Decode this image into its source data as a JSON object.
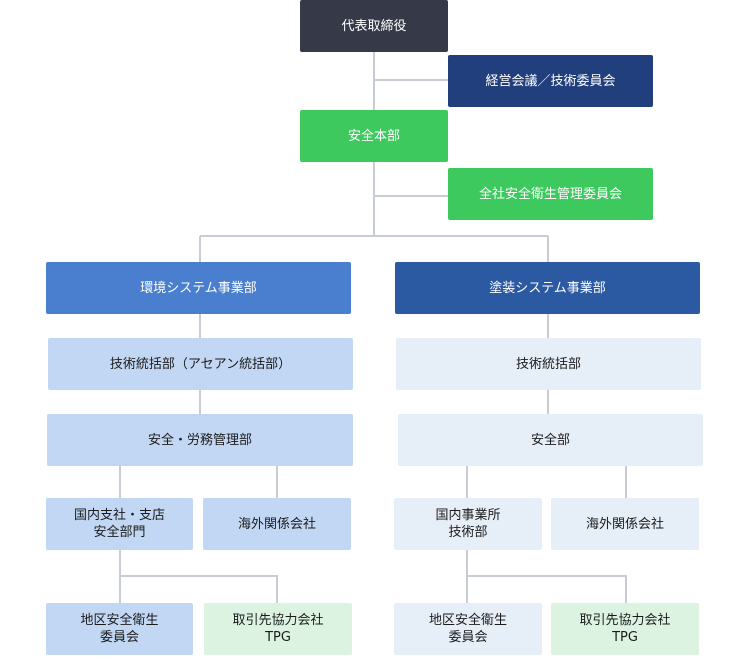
{
  "colors": {
    "connector": "#c8ccd4",
    "dark": "#363a48",
    "navy": "#213f7c",
    "green": "#3ec95f",
    "environment_blue": "#4a7fcf",
    "coating_blue": "#2b5aa3",
    "light_blue": "#c2d7f3",
    "pale_blue": "#e6eef7",
    "light_green": "#dcf3e1"
  },
  "top": {
    "ceo": "代表取締役",
    "management_meeting": "経営会議／技術委員会",
    "safety_hq": "安全本部",
    "safety_committee": "全社安全衛生管理委員会"
  },
  "environment": {
    "division": "環境システム事業部",
    "tech_dept": "技術統括部（アセアン統括部）",
    "safety_dept": "安全・労務管理部",
    "domestic": [
      "国内支社・支店",
      "安全部門"
    ],
    "overseas": "海外関係会社",
    "regional_committee": [
      "地区安全衛生",
      "委員会"
    ],
    "partner": [
      "取引先協力会社",
      "TPG"
    ]
  },
  "coating": {
    "division": "塗装システム事業部",
    "tech_dept": "技術統括部",
    "safety_dept": "安全部",
    "domestic": [
      "国内事業所",
      "技術部"
    ],
    "overseas": "海外関係会社",
    "regional_committee": [
      "地区安全衛生",
      "委員会"
    ],
    "partner": [
      "取引先協力会社",
      "TPG"
    ]
  }
}
